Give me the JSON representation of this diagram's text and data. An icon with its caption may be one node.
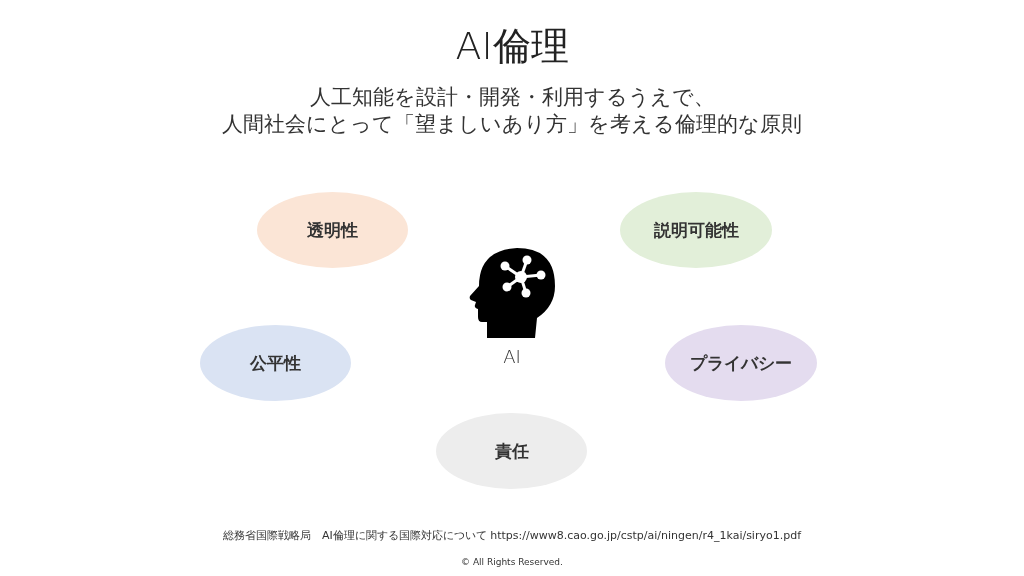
{
  "diagram": {
    "title": "AI倫理",
    "nodes": [
      {
        "text": [
          "透明性"
        ]
      },
      {
        "text": [
          "説明可能性"
        ]
      },
      {
        "text": [
          "AI"
        ]
      },
      {
        "text": [
          "公平性"
        ]
      },
      {
        "text": [
          "プライバシー"
        ]
      },
      {
        "text": [
          "責任"
        ]
      }
    ],
    "labels": [
      "人工知能を設計・開発・利用するうえで、人間社会にとって「望ましいあり方」を考える倫理的な原則",
      "総務省国際戦略局　AI倫理に関する国際対応について https://www8.cao.go.jp/cstp/ai/ningen/r4_1kai/siryo1.pdf",
      "© All Rights Reserved."
    ]
  }
}
